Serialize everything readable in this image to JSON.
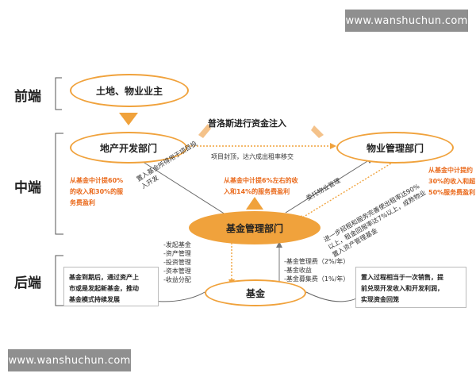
{
  "watermark": {
    "top": "www.wanshuchun.com",
    "bottom": "www.wanshuchun.com"
  },
  "tiers": {
    "front": "前端",
    "middle": "中端",
    "back": "后端"
  },
  "nodes": {
    "landlord": "土地、物业业主",
    "developer": "地产开发部门",
    "property_mgmt": "物业管理部门",
    "fund_mgmt": "基金管理部门",
    "fund": "基金"
  },
  "labels": {
    "capital_injection": "普洛斯进行资金注入",
    "dev_to_pm": "项目封顶，达六成出租率移交",
    "fund_to_dev": [
      "置入基金所得用于项目投",
      "入开发"
    ],
    "pm_entrust": "委托物业管理",
    "fund_to_pm": [
      "进一步招租和服务完善使出租率达90%",
      "以上，租金回报率达7%以上，成熟物业",
      "置入资产管理基金"
    ],
    "mgmt_duties": [
      "-发起基金",
      "-资产管理",
      "-投资管理",
      "-资本管理",
      "-收益分配"
    ],
    "fees": [
      "-基金管理费（2%/年）",
      "-基金收益",
      "-基金募集费（1%/年）"
    ]
  },
  "notes": {
    "developer_income": [
      "从基金中计提60%",
      "的收入和30%的服",
      "务费盈利"
    ],
    "fund_mgmt_income": [
      "从基金中计提6%左右的收",
      "入和14%的服务费盈利"
    ],
    "pm_income": [
      "从基金中计提约",
      "30%的收入和超",
      "50%服务费盈利"
    ]
  },
  "boxes": {
    "fund_expiry": [
      "基金到期后，通过资产上",
      "市或是发起新基金，推动",
      "基金模式持续发展"
    ],
    "placement": [
      "置入过程相当于一次销售，提",
      "前兑现开发收入和开发利润，",
      "实现资金回笼"
    ]
  },
  "colors": {
    "accent": "#f0a23c",
    "orange_text": "#ea6a1c"
  }
}
